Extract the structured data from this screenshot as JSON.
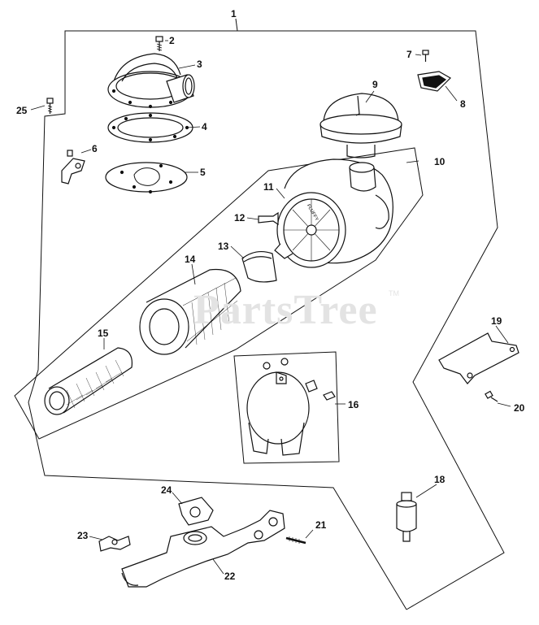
{
  "watermark": {
    "text": "PartsTree",
    "trademark": "TM"
  },
  "decal_text": "FLUFFY",
  "callouts": [
    {
      "id": "c1",
      "label": "1"
    },
    {
      "id": "c2",
      "label": "2"
    },
    {
      "id": "c3",
      "label": "3"
    },
    {
      "id": "c4",
      "label": "4"
    },
    {
      "id": "c5",
      "label": "5"
    },
    {
      "id": "c6",
      "label": "6"
    },
    {
      "id": "c7",
      "label": "7"
    },
    {
      "id": "c8",
      "label": "8"
    },
    {
      "id": "c9",
      "label": "9"
    },
    {
      "id": "c10",
      "label": "10"
    },
    {
      "id": "c11",
      "label": "11"
    },
    {
      "id": "c12",
      "label": "12"
    },
    {
      "id": "c13",
      "label": "13"
    },
    {
      "id": "c14",
      "label": "14"
    },
    {
      "id": "c15",
      "label": "15"
    },
    {
      "id": "c16",
      "label": "16"
    },
    {
      "id": "c18",
      "label": "18"
    },
    {
      "id": "c19",
      "label": "19"
    },
    {
      "id": "c20",
      "label": "20"
    },
    {
      "id": "c21",
      "label": "21"
    },
    {
      "id": "c22",
      "label": "22"
    },
    {
      "id": "c23",
      "label": "23"
    },
    {
      "id": "c24",
      "label": "24"
    },
    {
      "id": "c25",
      "label": "25"
    }
  ]
}
